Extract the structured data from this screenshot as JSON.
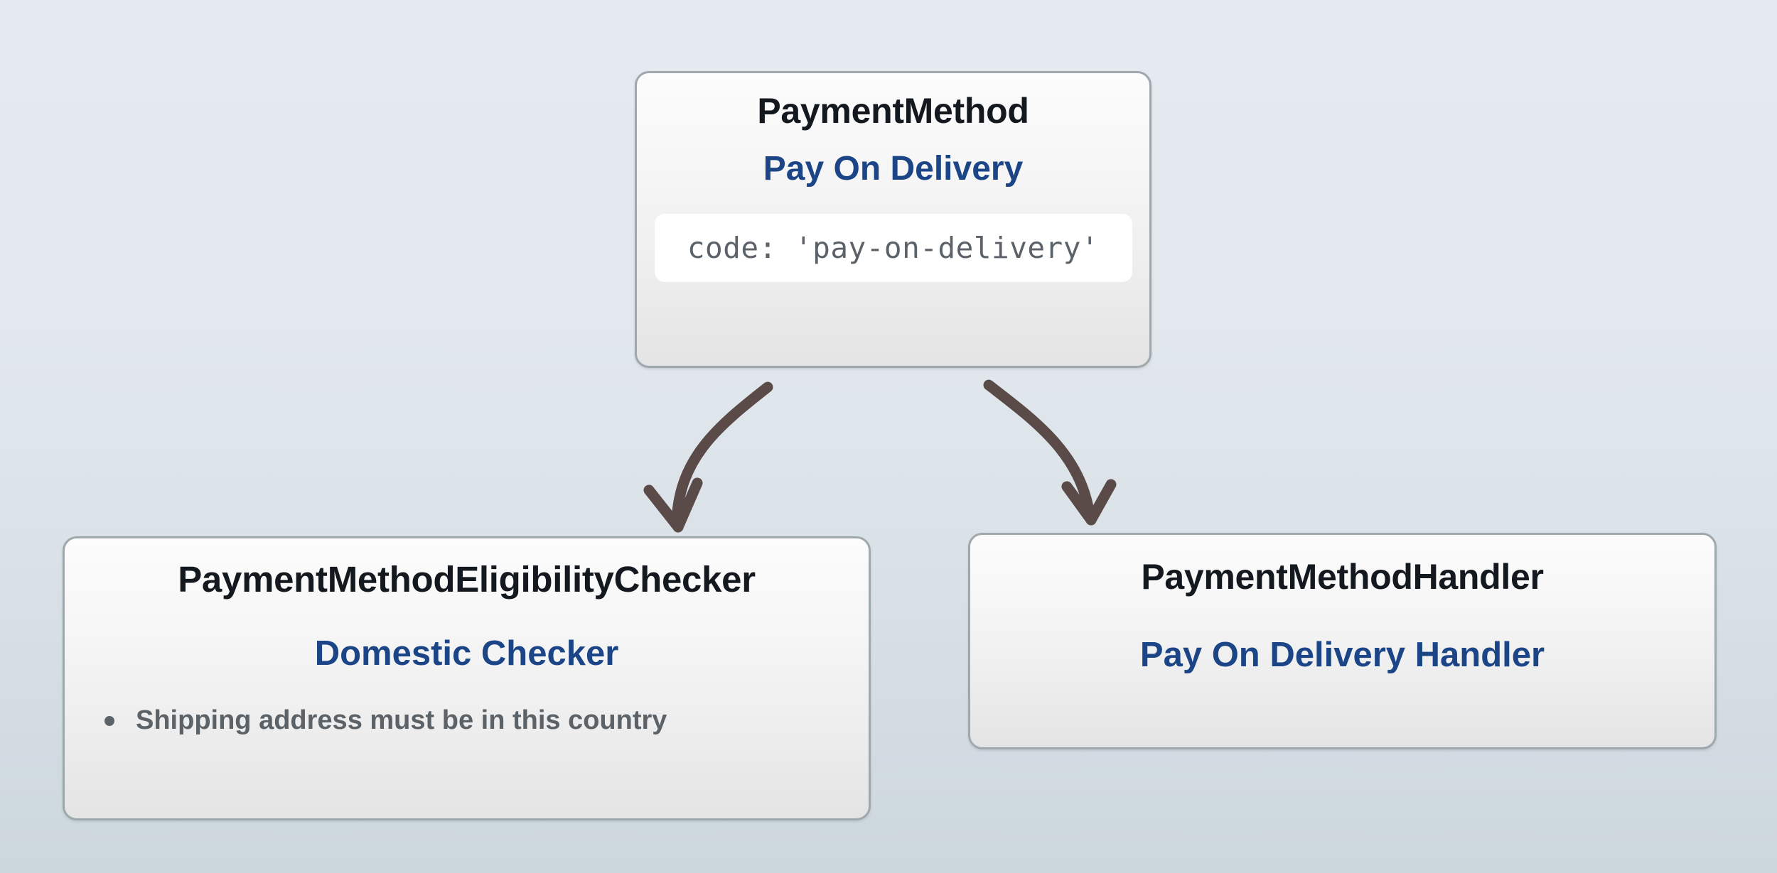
{
  "diagram": {
    "background": {
      "top_color": "#e4eaf0",
      "bottom_color": "#ccd7dd"
    },
    "colors": {
      "type_text": "#14181f",
      "label_text": "#1b4586",
      "code_text": "#5c6269",
      "criteria_text": "#5b6268",
      "card_border": "#9ea8ad",
      "arrow": "#5a4a48"
    },
    "nodes": {
      "payment_method": {
        "type": "PaymentMethod",
        "label": "Pay On Delivery",
        "code": "code: 'pay-on-delivery'"
      },
      "eligibility_checker": {
        "type": "PaymentMethodEligibilityChecker",
        "label": "Domestic Checker",
        "criteria": [
          "Shipping address must be in this country"
        ]
      },
      "handler": {
        "type": "PaymentMethodHandler",
        "label": "Pay On Delivery Handler"
      }
    },
    "edges": [
      {
        "name": "edge-payment-method-to-eligibility-checker",
        "from": "payment_method",
        "to": "eligibility_checker"
      },
      {
        "name": "edge-payment-method-to-handler",
        "from": "payment_method",
        "to": "handler"
      }
    ]
  }
}
